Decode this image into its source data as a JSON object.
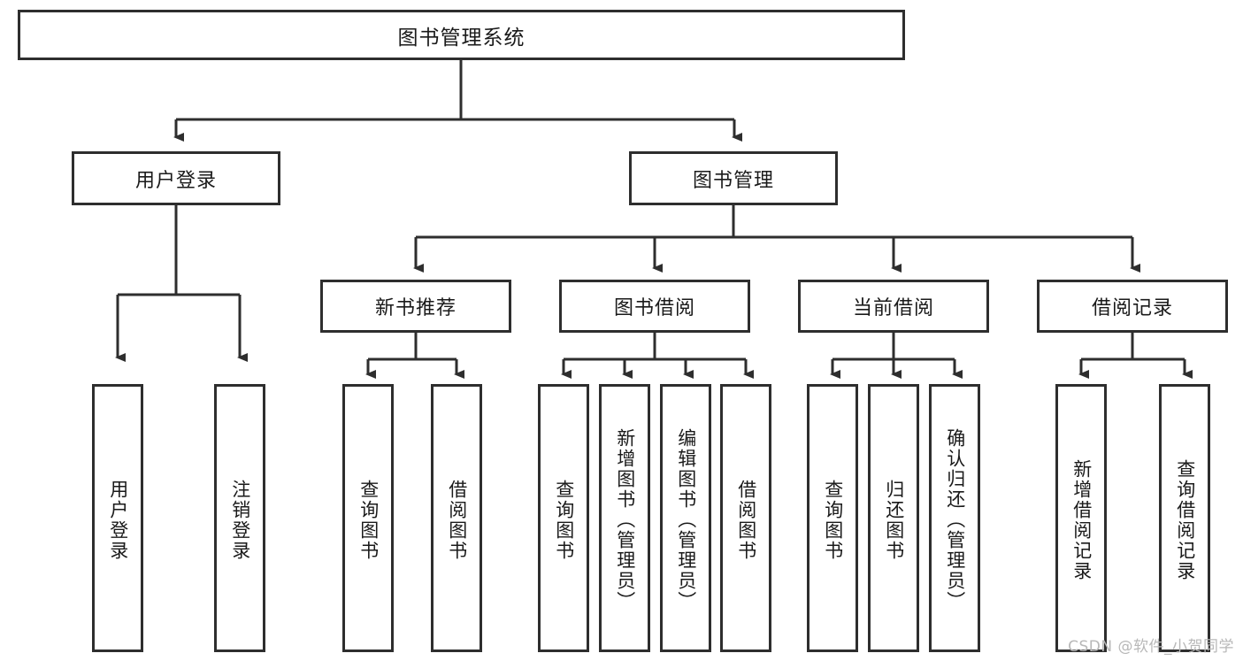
{
  "diagram": {
    "type": "hierarchy-tree",
    "title": "图书管理系统",
    "watermark": "CSDN @软件_小贺同学",
    "colors": {
      "background": "#ffffff",
      "box_border": "#2e2e2e",
      "box_fill": "#ffffff",
      "connector": "#2e2e2e",
      "text": "#1a1a1a",
      "watermark": "#b8b8b8"
    },
    "levels": {
      "root": {
        "label": "图书管理系统"
      },
      "level2": [
        {
          "label": "用户登录"
        },
        {
          "label": "图书管理"
        }
      ],
      "level3": [
        {
          "label": "新书推荐"
        },
        {
          "label": "图书借阅"
        },
        {
          "label": "当前借阅"
        },
        {
          "label": "借阅记录"
        }
      ],
      "leaves": {
        "user_login": [
          {
            "label": "用户登录"
          },
          {
            "label": "注销登录"
          }
        ],
        "new_book_recommend": [
          {
            "label": "查询图书"
          },
          {
            "label": "借阅图书"
          }
        ],
        "book_borrow": [
          {
            "label": "查询图书"
          },
          {
            "label": "新增图书（管理员）"
          },
          {
            "label": "编辑图书（管理员）"
          },
          {
            "label": "借阅图书"
          }
        ],
        "current_borrow": [
          {
            "label": "查询图书"
          },
          {
            "label": "归还图书"
          },
          {
            "label": "确认归还（管理员）"
          }
        ],
        "borrow_record": [
          {
            "label": "新增借阅记录"
          },
          {
            "label": "查询借阅记录"
          }
        ]
      }
    }
  }
}
